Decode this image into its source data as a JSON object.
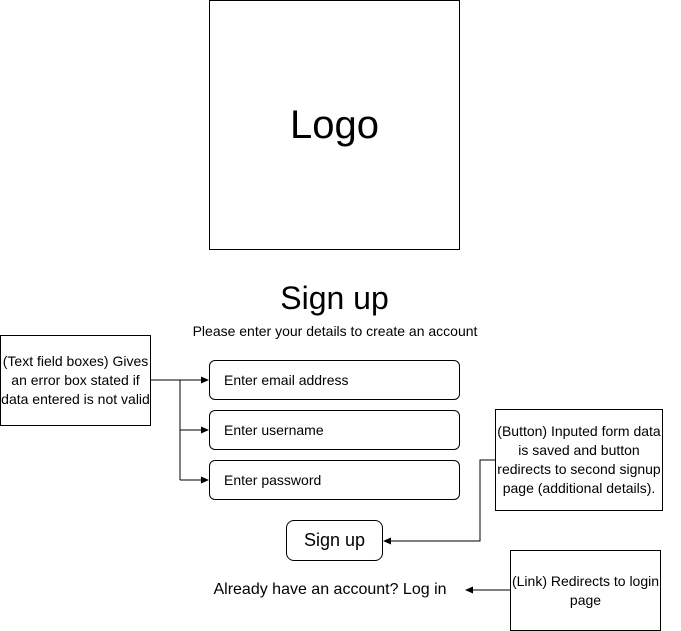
{
  "logo": {
    "text": "Logo"
  },
  "form": {
    "title": "Sign up",
    "subtitle": "Please enter your details to create an account",
    "fields": [
      {
        "placeholder": "Enter email address"
      },
      {
        "placeholder": "Enter username"
      },
      {
        "placeholder": "Enter password"
      }
    ],
    "submit_label": "Sign up",
    "login_prompt": "Already have an account? Log in"
  },
  "annotations": {
    "text_fields": "(Text field boxes) Gives an error box stated if data entered is not valid",
    "button": "(Button) Inputed form data is saved and button redirects to second signup page (additional details).",
    "link": "(Link) Redirects to login page"
  }
}
